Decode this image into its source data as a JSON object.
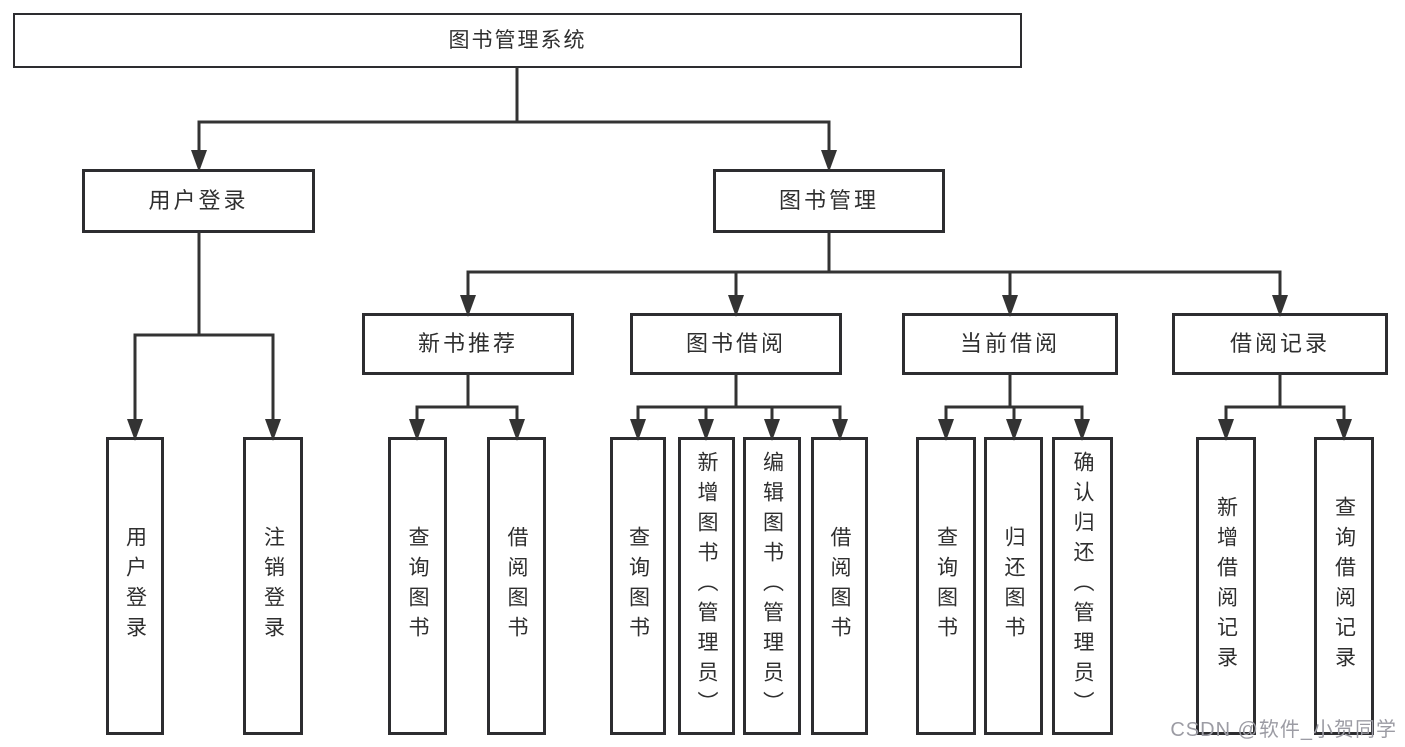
{
  "diagram": {
    "root": {
      "label": "图书管理系统",
      "children": [
        {
          "label": "用户登录",
          "children": [
            {
              "label": "用户登录"
            },
            {
              "label": "注销登录"
            }
          ]
        },
        {
          "label": "图书管理",
          "children": [
            {
              "label": "新书推荐",
              "children": [
                {
                  "label": "查询图书"
                },
                {
                  "label": "借阅图书"
                }
              ]
            },
            {
              "label": "图书借阅",
              "children": [
                {
                  "label": "查询图书"
                },
                {
                  "label": "新增图书（管理员）"
                },
                {
                  "label": "编辑图书（管理员）"
                },
                {
                  "label": "借阅图书"
                }
              ]
            },
            {
              "label": "当前借阅",
              "children": [
                {
                  "label": "查询图书"
                },
                {
                  "label": "归还图书"
                },
                {
                  "label": "确认归还（管理员）"
                }
              ]
            },
            {
              "label": "借阅记录",
              "children": [
                {
                  "label": "新增借阅记录"
                },
                {
                  "label": "查询借阅记录"
                }
              ]
            }
          ]
        }
      ]
    }
  },
  "watermark": {
    "text": "CSDN @软件_小贺同学"
  },
  "colors": {
    "line": "#333333",
    "border": "#2d2d30",
    "text": "#2f2f2f",
    "watermark": "#9c9ca4",
    "background": "#ffffff"
  }
}
